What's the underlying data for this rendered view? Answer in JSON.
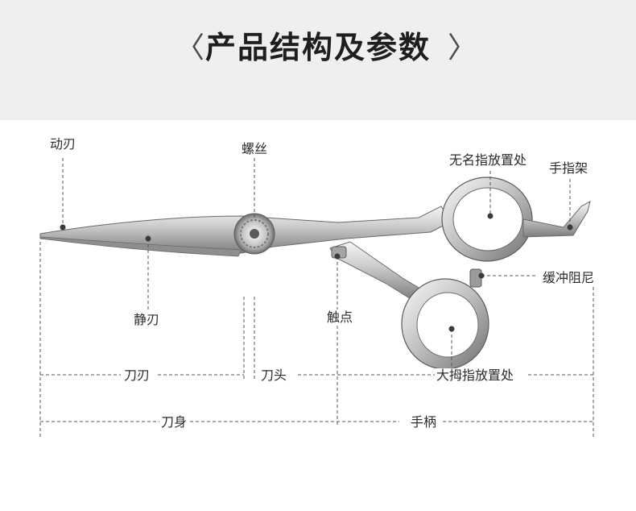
{
  "header": {
    "title": "产品结构及参数",
    "left_chevron_icon": "chevron-left-icon",
    "right_chevron_icon": "chevron-right-icon"
  },
  "labels": {
    "moving_blade": "动刃",
    "screw": "螺丝",
    "ring_finger_rest": "无名指放置处",
    "finger_rest": "手指架",
    "damper": "缓冲阻尼",
    "static_blade": "静刃",
    "contact_point": "触点",
    "blade_edge": "刀刃",
    "blade_head": "刀头",
    "thumb_rest": "大拇指放置处",
    "blade_body": "刀身",
    "handle": "手柄"
  },
  "colors": {
    "header_bg": "#efefef",
    "line": "#555555",
    "steel_light": "#f2f2f2",
    "steel_dark": "#8a8a8a"
  }
}
